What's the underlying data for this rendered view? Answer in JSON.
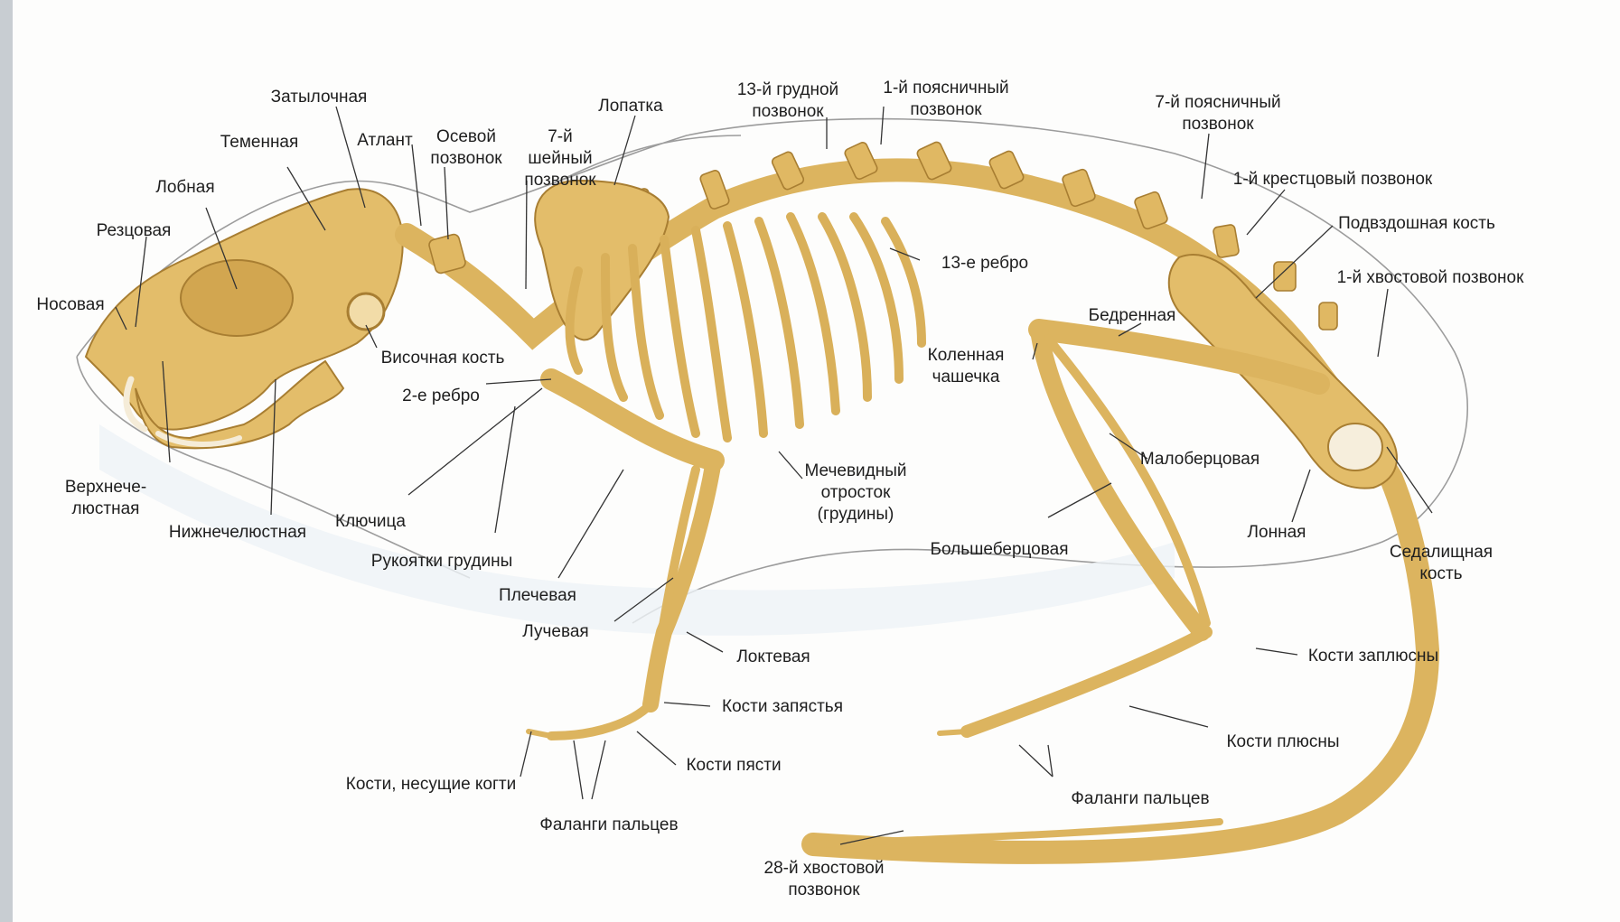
{
  "labels": {
    "zatylochnaya": "Затылочная",
    "temennaya": "Теменная",
    "atlant": "Атлант",
    "osevoy": "Осевой\nпозвонок",
    "sheyny7": "7-й\nшейный\nпозвонок",
    "lopatka": "Лопатка",
    "grudnoy13": "13-й грудной\nпозвонок",
    "poyasnichny1": "1-й поясничный\nпозвонок",
    "poyasnichny7": "7-й поясничный\nпозвонок",
    "lobnaya": "Лобная",
    "reztsovaya": "Резцовая",
    "nosovaya": "Носовая",
    "visochnaya": "Височная кость",
    "rebro2": "2-е ребро",
    "rebro13": "13-е ребро",
    "krestsovy1": "1-й крестцовый позвонок",
    "podvzdoshnaya": "Подвздошная кость",
    "khvostovoy1": "1-й хвостовой позвонок",
    "bedrennaya": "Бедренная",
    "kolennaya": "Коленная\nчашечка",
    "malobertsovaya": "Малоберцовая",
    "verkhnechelyustnaya": "Верхнече-\nлюстная",
    "nizhnechelyustnaya": "Нижнечелюстная",
    "klyuchitsa": "Ключица",
    "rukoyatki": "Рукоятки грудины",
    "mechevidny": "Мечевидный\nотросток\n(грудины)",
    "bolshebertsovaya": "Большеберцовая",
    "lonnaya": "Лонная",
    "sedalishchnaya": "Седалищная\nкость",
    "plechevaya": "Плечевая",
    "luchevaya": "Лучевая",
    "loktevaya": "Локтевая",
    "kosti_zapyastya": "Кости запястья",
    "kosti_pyasti": "Кости пясти",
    "kosti_kogti": "Кости, несущие когти",
    "falangi_front": "Фаланги пальцев",
    "kosti_zaplyusny": "Кости заплюсны",
    "kosti_plyusny": "Кости плюсны",
    "falangi_hind": "Фаланги пальцев",
    "khvostovoy28": "28-й хвостовой\nпозвонок"
  },
  "colors": {
    "bone": "#e3bd6a",
    "bone_edge": "#a87e32",
    "leader": "#333333",
    "outline": "#9c9c9c",
    "label": "#1e1e1e"
  }
}
